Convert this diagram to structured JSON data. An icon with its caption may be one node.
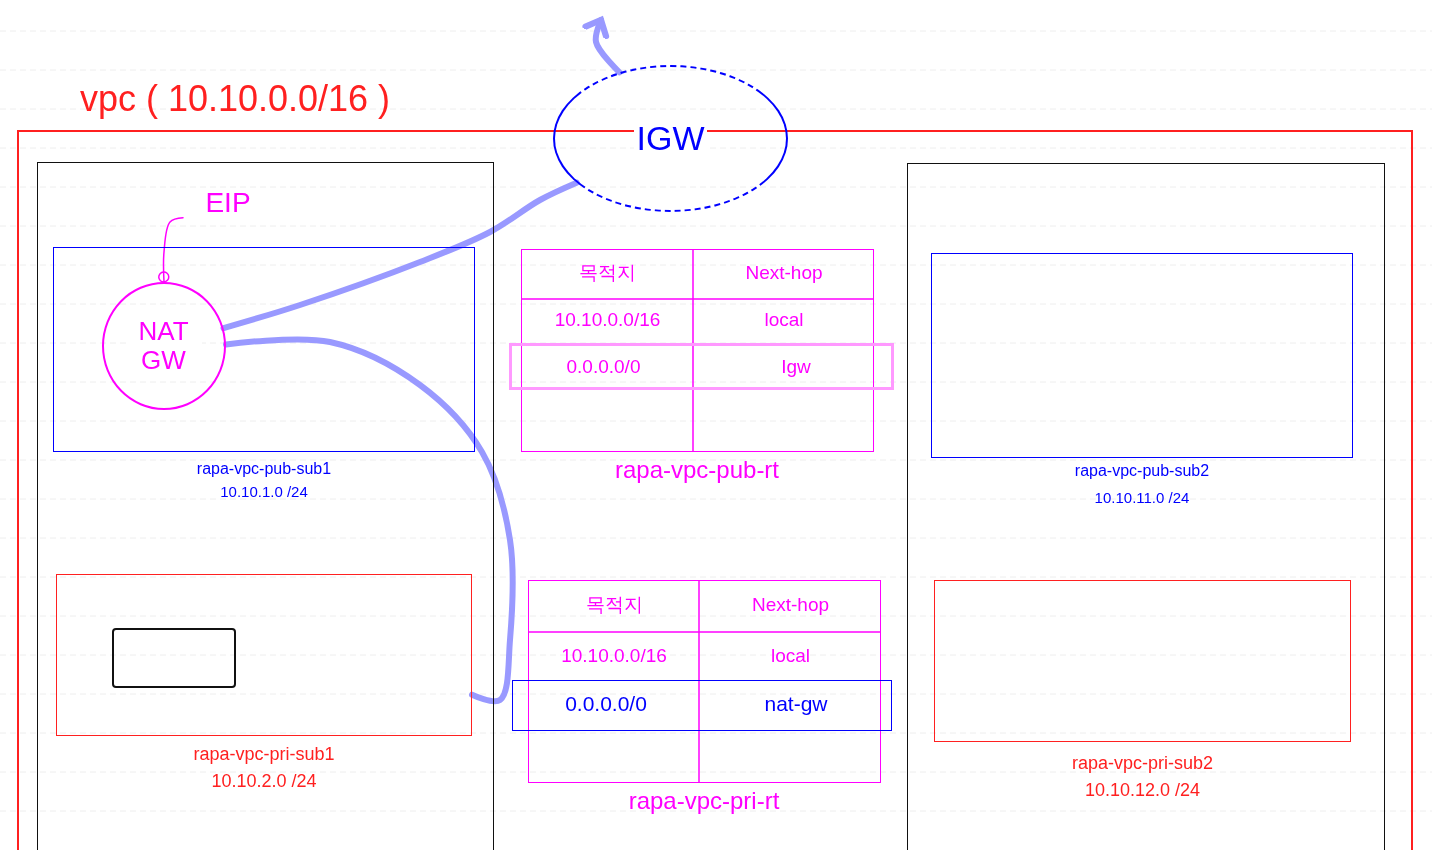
{
  "diagram": {
    "nodes": [
      {
        "text": [],
        "shape": "box",
        "beside": [
          "vpc ( 10.10.0.0/16 )"
        ]
      },
      {
        "text": [
          "IGW"
        ]
      },
      {
        "text": [],
        "shape": "box",
        "in": 0
      },
      {
        "text": [
          "EIP"
        ],
        "in": 2
      },
      {
        "text": [],
        "shape": "box",
        "in": 2,
        "beside": [
          "rapa-vpc-pub-sub1",
          "10.10.1.0 /24"
        ]
      },
      {
        "text": [
          "NAT GW"
        ],
        "in": 4
      },
      {
        "text": [],
        "shape": "box",
        "in": 2,
        "beside": [
          "rapa-vpc-pri-sub1",
          "10.10.2.0 /24"
        ]
      },
      {
        "text": [],
        "shape": "box",
        "in": 6
      },
      {
        "text": [
          "목적지",
          "Next-hop",
          "10.10.0.0/16",
          "local"
        ],
        "in": 0,
        "beside": [
          "rapa-vpc-pub-rt"
        ]
      },
      {
        "text": [
          "0.0.0.0/0",
          "Igw"
        ],
        "in": 0
      },
      {
        "text": [
          "목적지",
          "Next-hop",
          "10.10.0.0/16",
          "local"
        ],
        "in": 0,
        "beside": [
          "rapa-vpc-pri-rt"
        ]
      },
      {
        "text": [
          "0.0.0.0/0",
          "nat-gw"
        ],
        "in": 0
      },
      {
        "text": [],
        "shape": "box",
        "in": 0
      },
      {
        "text": [],
        "shape": "box",
        "in": 12,
        "beside": [
          "rapa-vpc-pub-sub2",
          "10.10.11.0 /24"
        ]
      },
      {
        "text": [],
        "shape": "box",
        "in": 12,
        "beside": [
          "rapa-vpc-pri-sub2",
          "10.10.12.0 /24"
        ]
      }
    ],
    "edges": [
      {
        "from": 5,
        "to": 1,
        "arrow": "none"
      },
      {
        "from": 1,
        "to": null,
        "arrow": "to"
      },
      {
        "from": 5,
        "to": 6,
        "arrow": "none"
      },
      {
        "from": 3,
        "to": 5,
        "arrow": "other",
        "color": "#ff00ff"
      }
    ]
  }
}
